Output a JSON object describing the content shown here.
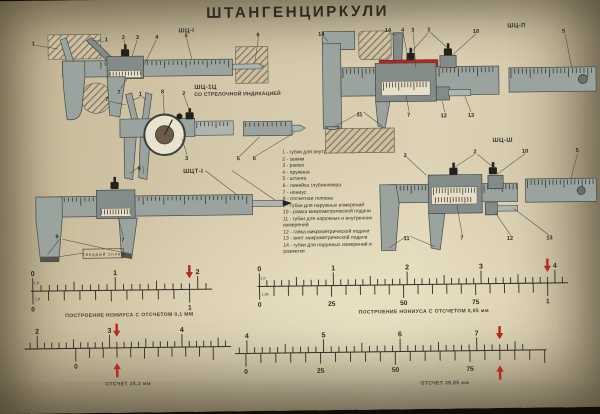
{
  "poster": {
    "title": "ШТАНГЕНЦИРКУЛИ",
    "diagrams": {
      "shc1": {
        "label": "ШЦ-I",
        "callouts": [
          "1",
          "1",
          "2",
          "3",
          "4",
          "5",
          "6",
          "7"
        ]
      },
      "dial": {
        "label": "ШЦ-1Ц",
        "sublabel": "СО СТРЕЛОЧНОЙ ИНДИКАЦИЕЙ",
        "callouts": [
          "7",
          "1",
          "8",
          "2",
          "3",
          "9",
          "5",
          "6"
        ]
      },
      "shct1": {
        "label": "ШЦТ-I",
        "note": "твердый сплав",
        "callouts": [
          "9",
          "7"
        ]
      },
      "shc2": {
        "label": "ШЦ-П",
        "callouts": [
          "14",
          "14",
          "4",
          "3",
          "2",
          "10",
          "5",
          "11",
          "7",
          "12",
          "13"
        ]
      },
      "shc3": {
        "label": "ШЦ-Ш",
        "callouts": [
          "3",
          "2",
          "10",
          "5",
          "11",
          "7",
          "12",
          "13"
        ]
      }
    },
    "legend": [
      "1 - губки для внутренних измерений",
      "2 - зажим",
      "3 - рамка",
      "4 - пружина",
      "5 - штанга",
      "6 - линейка глубиномера",
      "7 - нониус",
      "8 - отсчетная головка",
      "9 - губки для наружных измерений",
      "10 - рамка микрометрической подачи",
      "11 - губки для наружных и внутренних измерений",
      "12 - гайка микрометрической подачи",
      "13 - винт микрометрической подачи",
      "14 - губки для наружных измерений и разметки"
    ],
    "colors": {
      "accent_red": "#b5281e",
      "paper": "#d5c9ab",
      "ink": "#2e2a22",
      "metal": "#9ba39f"
    },
    "scales": [
      {
        "caption": "ПОСТРОЕНИЕ НОНИУСА С ОТСЧЕТОМ 0,1 ММ",
        "main": {
          "mm_start": 0,
          "mm_end": 21.5,
          "numbers": [
            [
              "0",
              0
            ],
            [
              "1",
              10
            ],
            [
              "2",
              20
            ]
          ]
        },
        "vernier": {
          "mm_start": 0,
          "divisions": 10,
          "division_mm": 1.9,
          "numbers": [
            [
              "0",
              0
            ],
            [
              "1",
              19
            ]
          ]
        },
        "arrows": {
          "top_mm": 19,
          "bottom_mm": null
        },
        "dims": {
          "top": "1,0",
          "bottom": "1,9"
        }
      },
      {
        "caption": "ПОСТРОЕНИЕ НОНИУСА С ОТСЧЕТОМ 0,05 мм",
        "main": {
          "mm_start": 0,
          "mm_end": 41.5,
          "numbers": [
            [
              "0",
              0
            ],
            [
              "1",
              10
            ],
            [
              "2",
              20
            ],
            [
              "3",
              30
            ],
            [
              "4",
              40
            ]
          ]
        },
        "vernier": {
          "mm_start": 0,
          "divisions": 20,
          "division_mm": 1.95,
          "numbers": [
            [
              "0",
              0
            ],
            [
              "25",
              9.75
            ],
            [
              "50",
              19.5
            ],
            [
              "75",
              29.25
            ],
            [
              "1",
              39
            ]
          ]
        },
        "arrows": {
          "top_mm": 39,
          "bottom_mm": null
        },
        "dims": {
          "top": "1,0",
          "bottom": "1,95"
        }
      },
      {
        "caption": "ОТСЧЕТ 25,3 мм",
        "main": {
          "mm_start": 18.5,
          "mm_end": 46.5,
          "numbers": [
            [
              "2",
              20
            ],
            [
              "3",
              30
            ],
            [
              "4",
              40
            ]
          ]
        },
        "vernier": {
          "mm_start": 25.3,
          "divisions": 10,
          "division_mm": 1.9,
          "numbers": [
            [
              "0",
              25.3
            ]
          ]
        },
        "arrows": {
          "top_mm": 31,
          "bottom_mm": 31
        },
        "dims": null
      },
      {
        "caption": "ОТСЧЕТ 39,85 мм",
        "main": {
          "mm_start": 38.7,
          "mm_end": 76.5,
          "numbers": [
            [
              "4",
              40
            ],
            [
              "5",
              50
            ],
            [
              "6",
              60
            ],
            [
              "7",
              70
            ]
          ]
        },
        "vernier": {
          "mm_start": 39.85,
          "divisions": 20,
          "division_mm": 1.95,
          "numbers": [
            [
              "0",
              39.85
            ],
            [
              "25",
              49.6
            ],
            [
              "50",
              59.35
            ],
            [
              "75",
              69.1
            ]
          ]
        },
        "arrows": {
          "top_mm": 73,
          "bottom_mm": 73
        },
        "dims": null
      }
    ]
  }
}
